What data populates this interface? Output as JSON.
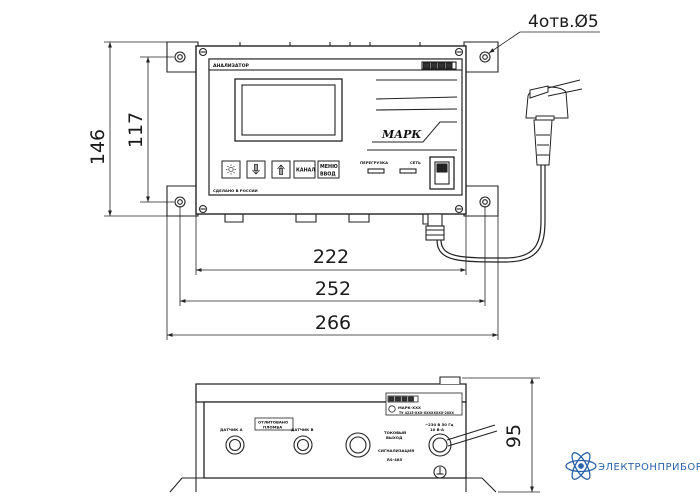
{
  "callout": {
    "holes": "4отв.Ø5"
  },
  "dimensions": {
    "height_total": "146",
    "height_holes": "117",
    "width_body": "222",
    "width_holes": "252",
    "width_total": "266",
    "side_height": "95"
  },
  "front_panel": {
    "title": "АНАЛИЗАТОР",
    "brand": "МАРК",
    "button_menu": "МЕНЮ",
    "button_enter": "ВВОД",
    "button_channel": "КАНАЛ",
    "overload_label": "ПЕРЕГРУЗКА",
    "network_label": "СЕТЬ",
    "made_in": "СДЕЛАНО В РОССИИ"
  },
  "side_panel": {
    "seal_label_1": "ОТЛИТОВАНО",
    "seal_label_2": "ПЛОМБА",
    "sensor_a": "ДАТЧИК А",
    "sensor_b": "ДАТЧИК В",
    "current_output_1": "ТОКОВЫЙ",
    "current_output_2": "ВЫХОД",
    "signalization": "СИГНАЛИЗАЦИЯ",
    "rs485": "RS-485",
    "power_1": "~230 В 50 Гц",
    "power_2": "10 В·А",
    "model_plate": "МАРК-ХХХ",
    "plate_line": "ТУ 4215-ХХХ-ХХХХХХХХ-20ХХ"
  },
  "logo": {
    "text": "ЭЛЕКТРОНПРИБОР",
    "color": "#2a63a8"
  }
}
